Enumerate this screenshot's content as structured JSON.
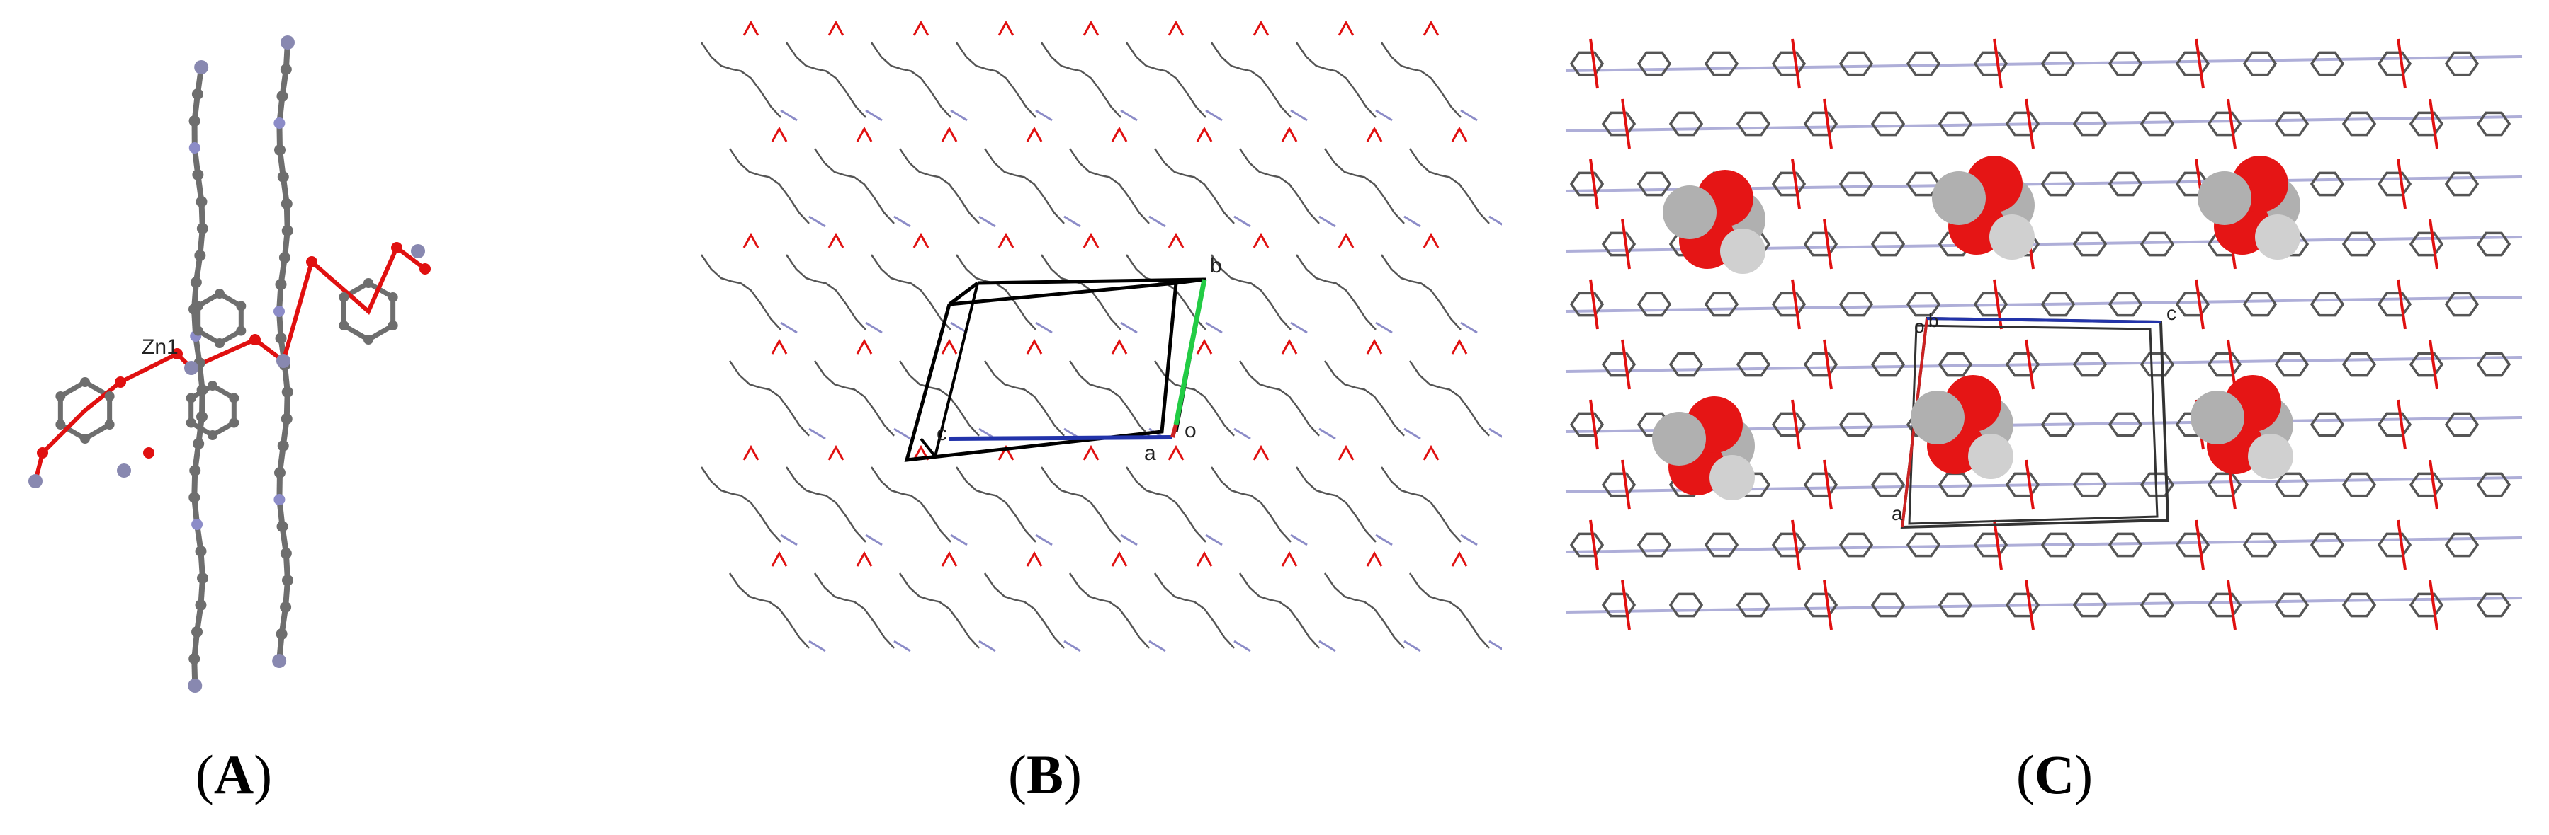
{
  "panels": [
    {
      "id": "A",
      "caption_open": "(",
      "caption_letter": "A",
      "caption_close": ")",
      "atom_label": "Zn1"
    },
    {
      "id": "B",
      "caption_open": "(",
      "caption_letter": "B",
      "caption_close": ")",
      "axis_labels": {
        "b": "b",
        "c": "c",
        "a": "a",
        "o": "o"
      }
    },
    {
      "id": "C",
      "caption_open": "(",
      "caption_letter": "C",
      "caption_close": ")",
      "axis_labels": {
        "o": "o",
        "b": "b",
        "c": "c",
        "a": "a"
      }
    }
  ],
  "colors": {
    "carbon": "#6e6e6e",
    "oxygen": "#e01010",
    "nitrogen": "#8c8cc8",
    "zinc": "#8888b0",
    "cell_edge": "#000000",
    "axis_b": "#22cc44",
    "axis_c": "#2233aa",
    "axis_a": "#cc2222",
    "sphere_o": "#e51515",
    "sphere_c": "#b0b0b0"
  }
}
